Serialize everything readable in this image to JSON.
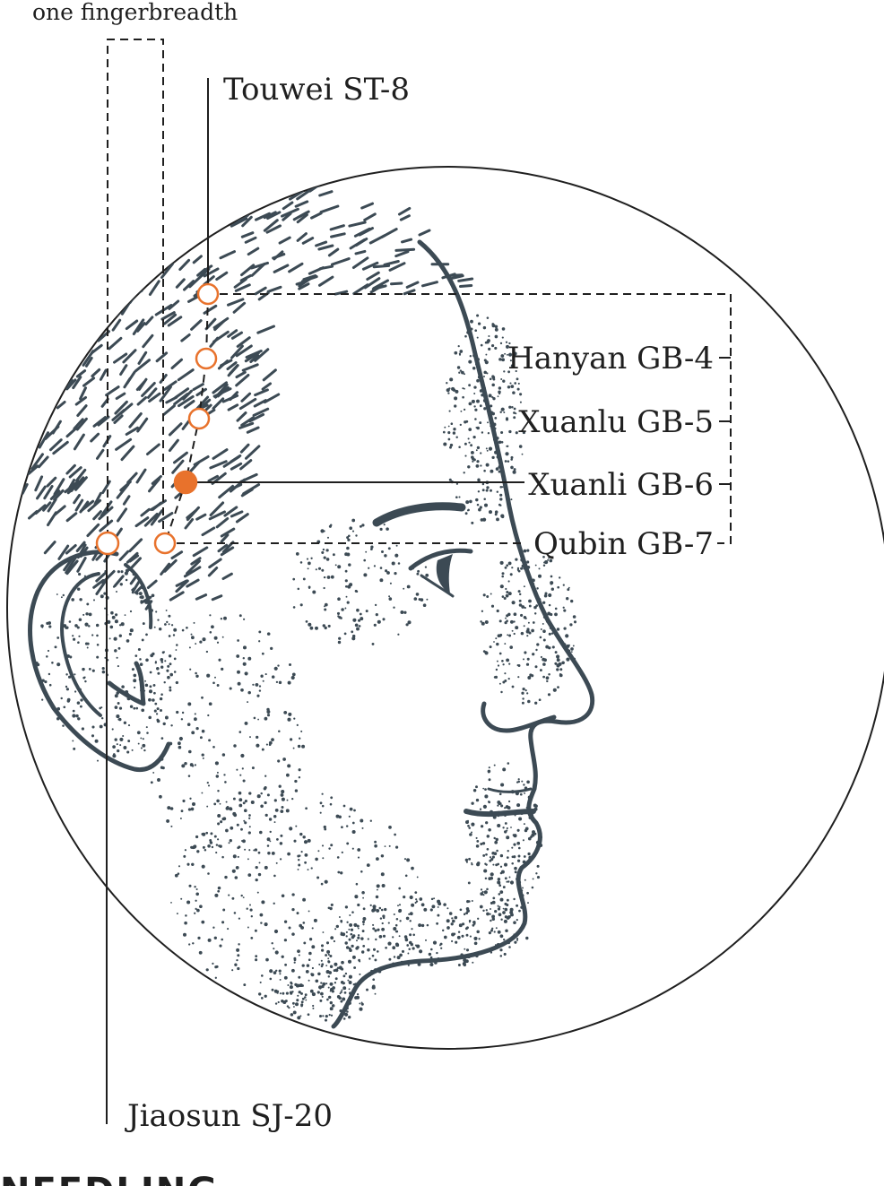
{
  "colors": {
    "accent": "#e8722c",
    "ink": "#1f1f1f",
    "illustration": "#3c4a54",
    "background": "#ffffff"
  },
  "annotations": {
    "fingerbreadth": "one fingerbreadth"
  },
  "points": [
    {
      "id": "touwei",
      "label": "Touwei ST-8",
      "style": "open"
    },
    {
      "id": "hanyan",
      "label": "Hanyan GB-4",
      "style": "open"
    },
    {
      "id": "xuanlu",
      "label": "Xuanlu GB-5",
      "style": "open"
    },
    {
      "id": "xuanli",
      "label": "Xuanli GB-6",
      "style": "filled"
    },
    {
      "id": "qubin",
      "label": "Qubin GB-7",
      "style": "open"
    },
    {
      "id": "jiaosun",
      "label": "Jiaosun SJ-20",
      "style": "open"
    }
  ],
  "footer": {
    "heading": "NEEDLING"
  }
}
